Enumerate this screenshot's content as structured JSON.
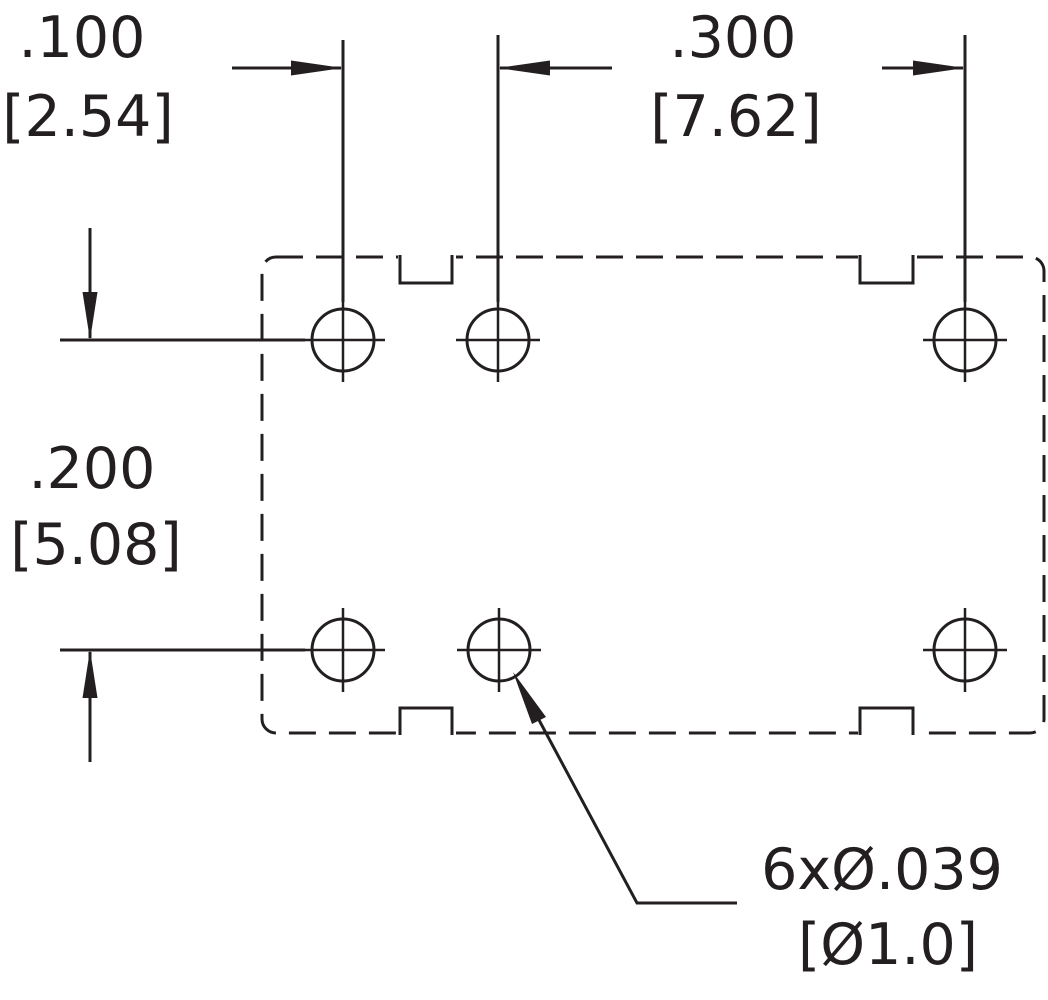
{
  "page": {
    "title": "PCB footprint dimension drawing"
  },
  "colors": {
    "ink": "#231f20",
    "background": "#ffffff"
  },
  "dimensions": {
    "pitch_small": {
      "inches": ".100",
      "mm": "[2.54]"
    },
    "pitch_large": {
      "inches": ".300",
      "mm": "[7.62]"
    },
    "row_spacing": {
      "inches": ".200",
      "mm": "[5.08]"
    },
    "hole_callout": {
      "inches": "6xØ.039",
      "mm": "[Ø1.0]"
    }
  }
}
